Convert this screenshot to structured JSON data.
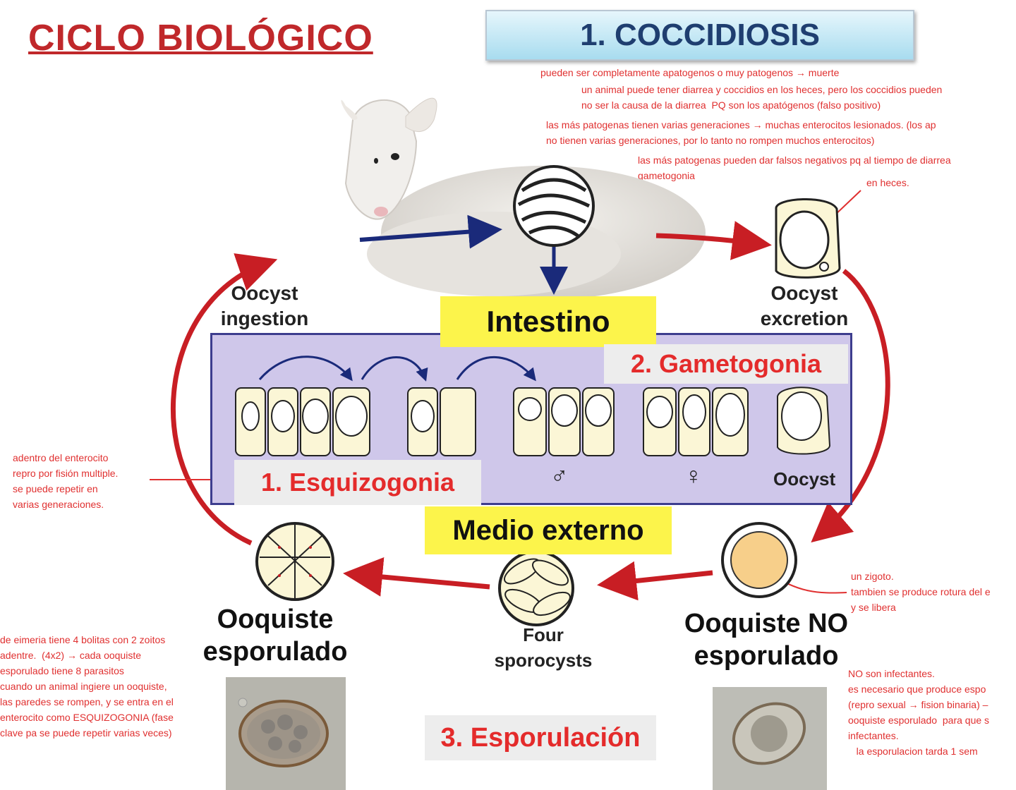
{
  "title": "CICLO BIOLÓGICO",
  "banner": "1. COCCIDIOSIS",
  "notes": {
    "top1": "pueden ser completamente apatogenos o muy patogenos → muerte",
    "top2": "un animal puede tener diarrea y coccidios en los heces, pero los coccidios pueden\nno ser la causa de la diarrea  PQ son los apatógenos (falso positivo)",
    "top3": "las más patogenas tienen varias generaciones → muchas enterocitos lesionados. (los ap\nno tienen varias generaciones, por lo tanto no rompen muchos enterocitos)",
    "top4": "las más patogenas pueden dar falsos negativos pq al tiempo de diarrea\ngametogonia",
    "heces": "en heces.",
    "left": "adentro del enterocito\nrepro por fisión multiple.\nse puede repetir en\nvarias generaciones.",
    "zigoto": "un zigoto.\ntambien se produce rotura del e\ny se libera",
    "eimeria": "de eimeria tiene 4 bolitas con 2 zoitos\nadentre.  (4x2) → cada ooquiste\nesporulado tiene 8 parasitos\ncuando un animal ingiere un ooquiste,\nlas paredes se rompen, y se entra en el\nenterocito como ESQUIZOGONIA (fase\nclave pa se puede repetir varias veces)",
    "infect": "NO son infectantes.\nes necesario que produce espo\n(repro sexual → fision binaria) –\nooquiste esporulado  para que s\ninfectantes.\n   la esporulacion tarda 1 sem"
  },
  "labels": {
    "ingestion": "Oocyst\ningestion",
    "excretion": "Oocyst\nexcretion",
    "intestino": "Intestino",
    "gametogonia": "2. Gametogonia",
    "esquizogonia": "1. Esquizogonia",
    "male": "♂",
    "female": "♀",
    "oocyst": "Oocyst",
    "medio": "Medio externo",
    "ooquiste_esp": "Ooquiste\nesporulado",
    "four": "Four\nsporocysts",
    "ooquiste_no": "Ooquiste NO\nesporulado",
    "esporulacion": "3. Esporulación"
  },
  "colors": {
    "arrow_red": "#c81e24",
    "arrow_blue": "#1a2a7a",
    "title_red": "#c0282b",
    "cell_fill": "#fbf6d6"
  }
}
